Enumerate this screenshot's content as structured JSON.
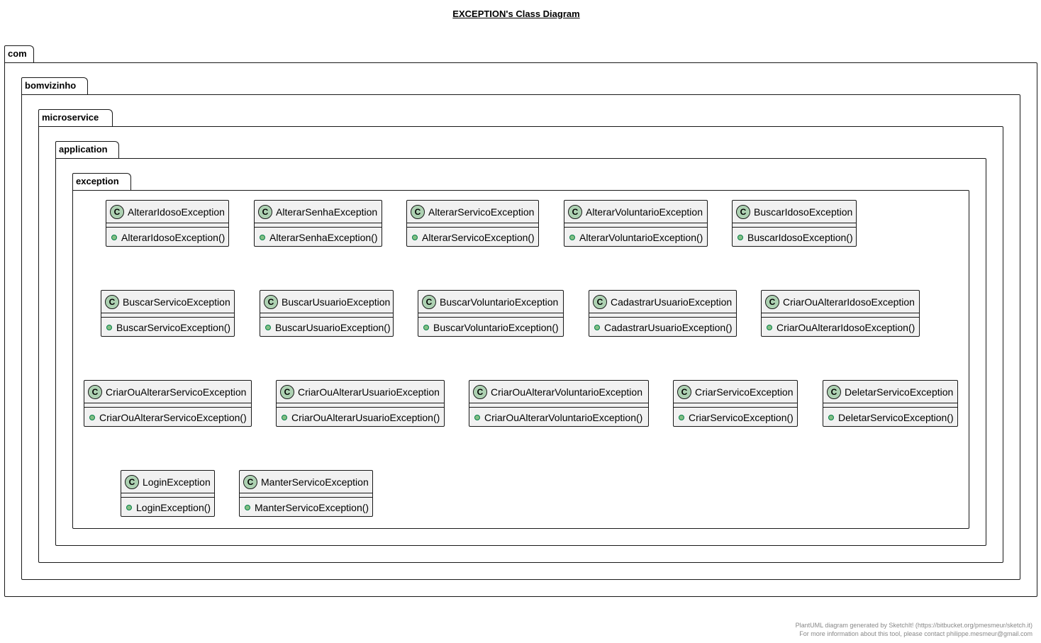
{
  "title": "EXCEPTION's Class Diagram",
  "packages": [
    "com",
    "bomvizinho",
    "microservice",
    "application",
    "exception"
  ],
  "classes": [
    {
      "name": "AlterarIdosoException",
      "method": "AlterarIdosoException()"
    },
    {
      "name": "AlterarSenhaException",
      "method": "AlterarSenhaException()"
    },
    {
      "name": "AlterarServicoException",
      "method": "AlterarServicoException()"
    },
    {
      "name": "AlterarVoluntarioException",
      "method": "AlterarVoluntarioException()"
    },
    {
      "name": "BuscarIdosoException",
      "method": "BuscarIdosoException()"
    },
    {
      "name": "BuscarServicoException",
      "method": "BuscarServicoException()"
    },
    {
      "name": "BuscarUsuarioException",
      "method": "BuscarUsuarioException()"
    },
    {
      "name": "BuscarVoluntarioException",
      "method": "BuscarVoluntarioException()"
    },
    {
      "name": "CadastrarUsuarioException",
      "method": "CadastrarUsuarioException()"
    },
    {
      "name": "CriarOuAlterarIdosoException",
      "method": "CriarOuAlterarIdosoException()"
    },
    {
      "name": "CriarOuAlterarServicoException",
      "method": "CriarOuAlterarServicoException()"
    },
    {
      "name": "CriarOuAlterarUsuarioException",
      "method": "CriarOuAlterarUsuarioException()"
    },
    {
      "name": "CriarOuAlterarVoluntarioException",
      "method": "CriarOuAlterarVoluntarioException()"
    },
    {
      "name": "CriarServicoException",
      "method": "CriarServicoException()"
    },
    {
      "name": "DeletarServicoException",
      "method": "DeletarServicoException()"
    },
    {
      "name": "LoginException",
      "method": "LoginException()"
    },
    {
      "name": "ManterServicoException",
      "method": "ManterServicoException()"
    }
  ],
  "class_icon_letter": "C",
  "footer": {
    "line1": "PlantUML diagram generated by SketchIt! (https://bitbucket.org/pmesmeur/sketch.it)",
    "line2": "For more information about this tool, please contact philippe.mesmeur@gmail.com"
  }
}
